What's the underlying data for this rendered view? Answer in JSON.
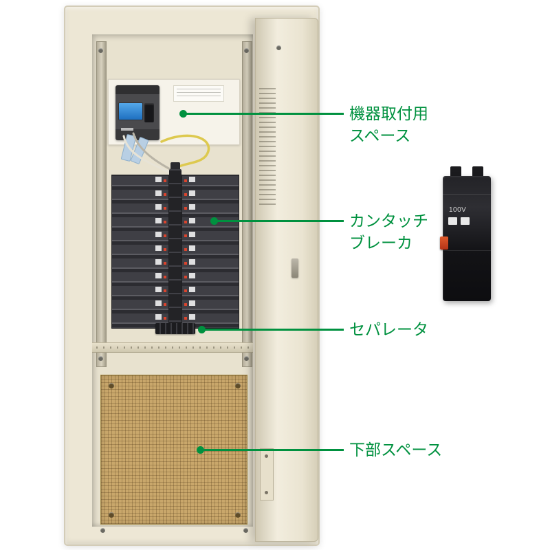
{
  "annotations": {
    "equipment_space": {
      "line1": "機器取付用",
      "line2": "スペース"
    },
    "kantouch_breaker": {
      "line1": "カンタッチ",
      "line2": "ブレーカ"
    },
    "separator": {
      "label": "セパレータ"
    },
    "lower_space": {
      "label": "下部スペース"
    }
  },
  "side_product": {
    "voltage_label": "100V"
  },
  "colors": {
    "annotation_green": "#00913F",
    "cabinet_cream": "#EDE7D5",
    "perforated_board": "#C9A76B"
  }
}
